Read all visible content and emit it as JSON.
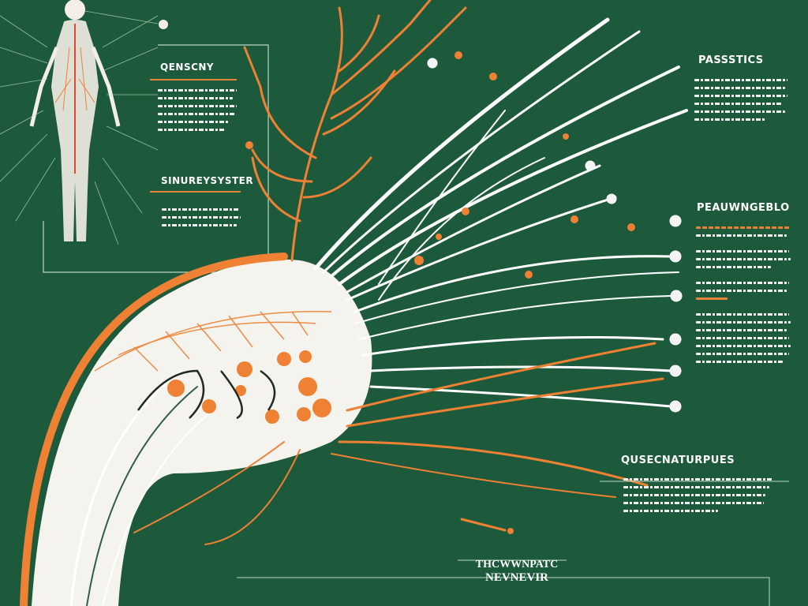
{
  "labels": {
    "top_left": "QENSCNY",
    "mid_left": "SINUREYSYSTER",
    "top_right": "PASSSTICS",
    "mid_right": "PEAUWNGEBLO",
    "lower_right": "QUSECNATURPUES",
    "bottom_line1": "THCWWNPATC",
    "bottom_line2": "NEVNEVIR"
  },
  "colors": {
    "background": "#1d5a3b",
    "nerve_white": "#ffffff",
    "nerve_orange": "#ee8133",
    "accent_line": "#e8833a"
  },
  "icons": [
    "human-body-figure-icon",
    "node-circle-icon"
  ]
}
